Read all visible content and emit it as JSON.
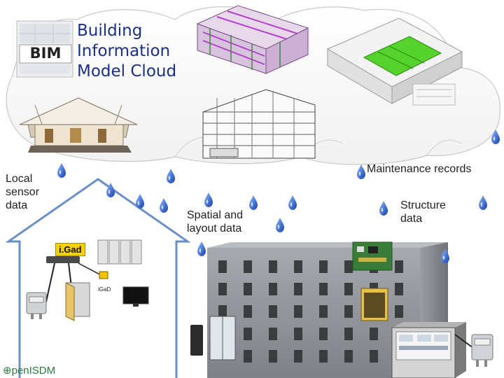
{
  "cloud": {
    "title": "Building\nInformation\nModel Cloud",
    "bim_badge": "BIM"
  },
  "labels": {
    "local_sensor": "Local\nsensor\ndata",
    "spatial_layout": "Spatial and\nlayout data",
    "maintenance": "Maintenance records",
    "structure": "Structure\ndata"
  },
  "devices": {
    "gateway_label": "i.Gad",
    "small_label": "iGaD"
  },
  "logo": "⊕penISDM",
  "colors": {
    "drop": "#1f5fd6",
    "house_outline": "#6b8fc8",
    "building": "#8d9096",
    "bim_text": "#1c2f8a",
    "green_room": "#55d22b",
    "purple_frame": "#b441c8"
  }
}
